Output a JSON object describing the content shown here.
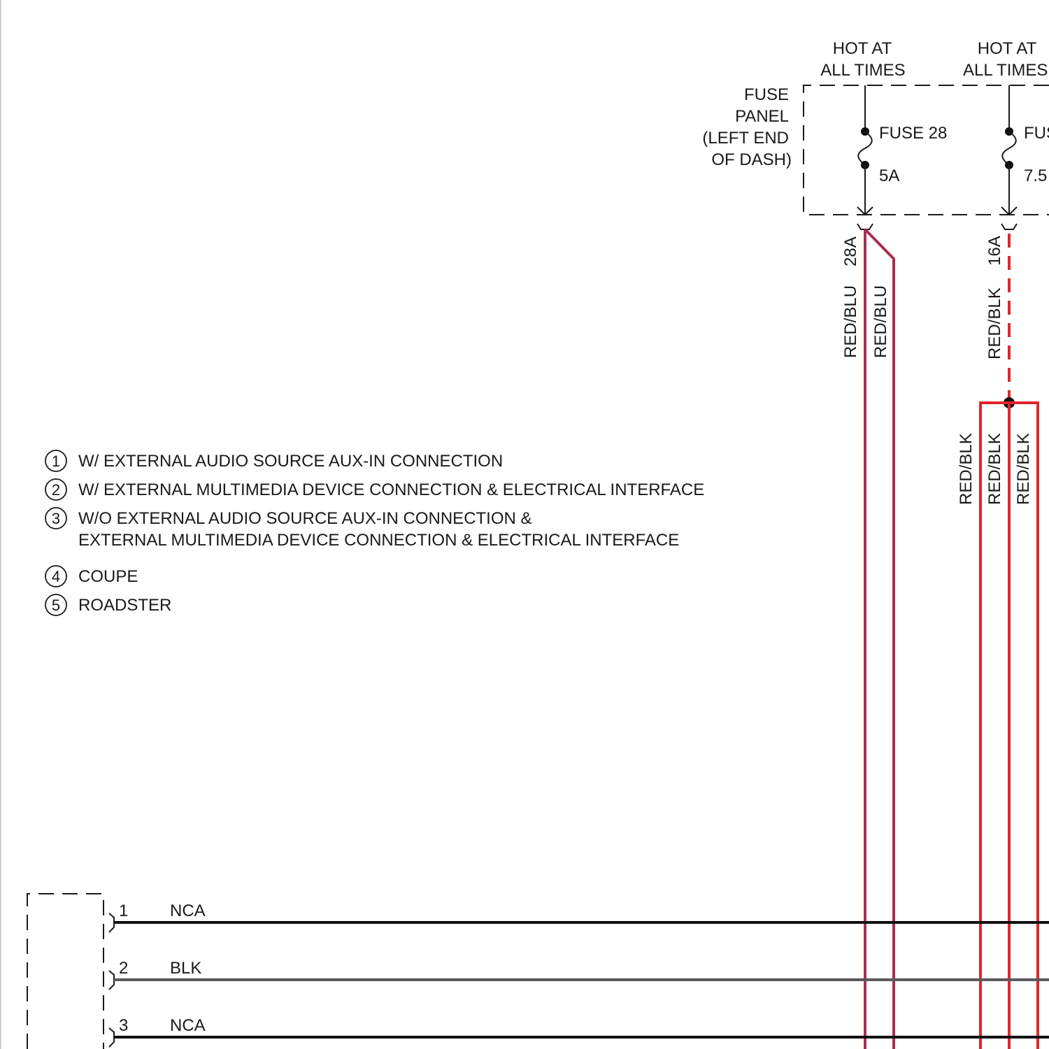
{
  "fuse_panel": {
    "name_lines": [
      "FUSE",
      "PANEL",
      "(LEFT END",
      "OF DASH)"
    ]
  },
  "fuses": [
    {
      "hot_lines": [
        "HOT AT",
        "ALL TIMES"
      ],
      "label": "FUSE 28",
      "rating": "5A",
      "circuit": "28A",
      "wire": "RED/BLU"
    },
    {
      "hot_lines": [
        "HOT AT",
        "ALL TIMES"
      ],
      "label": "FUS",
      "rating": "7.5",
      "circuit": "16A",
      "wire": "RED/BLK"
    }
  ],
  "wires": {
    "red_blu_branch": "RED/BLU",
    "red_blk_branches": [
      "RED/BLK",
      "RED/BLK",
      "RED/BLK"
    ]
  },
  "legend": [
    {
      "num": "1",
      "lines": [
        "W/ EXTERNAL AUDIO SOURCE AUX-IN CONNECTION"
      ]
    },
    {
      "num": "2",
      "lines": [
        "W/ EXTERNAL MULTIMEDIA DEVICE CONNECTION & ELECTRICAL INTERFACE"
      ]
    },
    {
      "num": "3",
      "lines": [
        "W/O EXTERNAL AUDIO SOURCE AUX-IN CONNECTION &",
        "EXTERNAL MULTIMEDIA DEVICE CONNECTION & ELECTRICAL INTERFACE"
      ]
    },
    {
      "num": "4",
      "lines": [
        "COUPE"
      ]
    },
    {
      "num": "5",
      "lines": [
        "ROADSTER"
      ]
    }
  ],
  "connector_pins": [
    {
      "pin": "1",
      "wire": "NCA"
    },
    {
      "pin": "2",
      "wire": "BLK"
    },
    {
      "pin": "3",
      "wire": "NCA"
    }
  ],
  "colors": {
    "red": "#e0262b",
    "blue": "#4b3fa8",
    "black": "#111111",
    "gray": "#5a5a5a"
  }
}
